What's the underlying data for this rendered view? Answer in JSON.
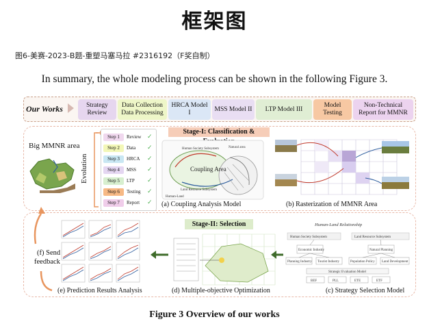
{
  "header": {
    "title": "框架图",
    "subtitle": "图6-美赛-2023-B题-重塑马塞马拉 #2316192（F奖自制）",
    "summary": "In summary, the whole modeling process can be shown in the following Figure 3."
  },
  "figure": {
    "our_works": "Our Works",
    "works": [
      {
        "label": "Strategy Review",
        "color": "#e6d6ef"
      },
      {
        "label": "Data Collection Data Processing",
        "color": "#eef6c8"
      },
      {
        "label": "HRCA Model I",
        "color": "#dbe7f6"
      },
      {
        "label": "MSS Model II",
        "color": "#e9def3"
      },
      {
        "label": "LTP Model III",
        "color": "#e0eed4"
      },
      {
        "label": "Model Testing",
        "color": "#f7c8a3"
      },
      {
        "label": "Non-Technical Report for MMNR",
        "color": "#ecd3ef"
      }
    ],
    "stage1": "Stage-I: Classification & Evaluation",
    "stage2": "Stage-II: Selection",
    "big_area": "Big MMNR area",
    "evolution": "Evolution",
    "steps": [
      {
        "step": "Step 1",
        "name": "Review",
        "color": "#f0d8ee"
      },
      {
        "step": "Step 2",
        "name": "Data",
        "color": "#f3f7b7"
      },
      {
        "step": "Step 3",
        "name": "HRCA",
        "color": "#c9e7f3"
      },
      {
        "step": "Step 4",
        "name": "MSS",
        "color": "#e4d6f1"
      },
      {
        "step": "Step 5",
        "name": "LTP",
        "color": "#d7efcf"
      },
      {
        "step": "Step 6",
        "name": "Testing",
        "color": "#f7b985"
      },
      {
        "step": "Step 7",
        "name": "Report",
        "color": "#f0cdea"
      }
    ],
    "check": "✓",
    "captions": {
      "a": "(a) Coupling Analysis Model",
      "b": "(b) Rasterization of MMNR Area",
      "c": "(c) Strategy Selection Model",
      "d": "(d) Multiple-objective Optimization",
      "e": "(e) Prediction Results Analysis",
      "f_line1": "(f) Send",
      "f_line2": "feedback"
    },
    "coupling": {
      "human_subsystem": "Human Society Subsystem",
      "coupling_area": "Coupling Area",
      "land_subsystem": "Land Resource Subsystem",
      "natural_area": "Natural area",
      "human_land": "Human-Land"
    },
    "strategy": {
      "title": "Human-Land Relationship",
      "left": "Human Society Subsystem",
      "right": "Land Resource Subsystem",
      "nodes": [
        "Economic Industry",
        "Natural Planning"
      ],
      "leaves": [
        "Planning Industry",
        "Tourist Industry",
        "Population Policy",
        "Land Development"
      ],
      "eval": "Strategic Evaluation Model",
      "outputs": [
        "BEF",
        "PLL",
        "ETE",
        "ETF"
      ]
    },
    "caption_main": "Figure 3 Overview of our works"
  },
  "colors": {
    "accent_orange": "#e8955e",
    "dashed_border": "#e8b8a8",
    "green_arrow": "#3e6b2a",
    "grid_purple": "#b9a6d6"
  }
}
